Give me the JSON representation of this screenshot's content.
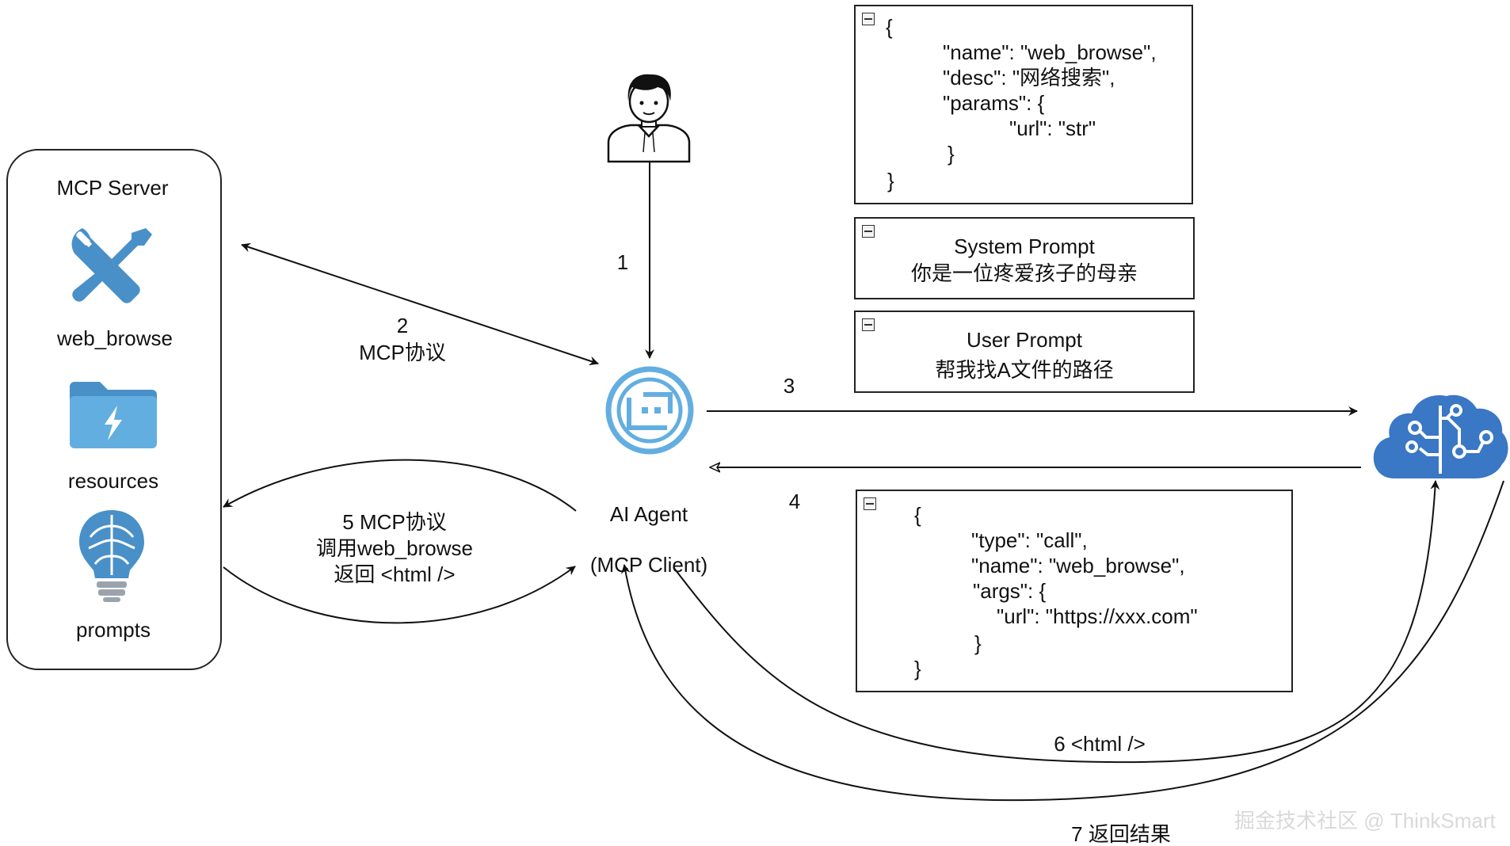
{
  "server": {
    "title": "MCP Server",
    "tool_label": "web_browse",
    "resources_label": "resources",
    "prompts_label": "prompts"
  },
  "agent": {
    "name": "AI Agent",
    "subtitle": "(MCP Client)"
  },
  "tool_schema": {
    "lines": [
      "{",
      "\"name\": \"web_browse\",",
      "\"desc\": \"网络搜索\",",
      "\"params\": {",
      "\"url\": \"str\"",
      "}",
      "}"
    ]
  },
  "system_prompt": {
    "title": "System Prompt",
    "text": "你是一位疼爱孩子的母亲"
  },
  "user_prompt": {
    "title": "User Prompt",
    "text": "帮我找A文件的路径"
  },
  "tool_call": {
    "lines": [
      "{",
      "\"type\": \"call\",",
      "\"name\": \"web_browse\",",
      "\"args\": {",
      "\"url\": \"https://xxx.com\"",
      "}",
      "}"
    ]
  },
  "edges": {
    "e1": "1",
    "e2_num": "2",
    "e2_text": "MCP协议",
    "e3": "3",
    "e4": "4",
    "e5_line1": "5 MCP协议",
    "e5_line2": "调用web_browse",
    "e5_line3": "返回 <html />",
    "e6": "6 <html />",
    "e7": "7 返回结果"
  },
  "watermark": "掘金技术社区 @ ThinkSmart",
  "colors": {
    "icon_blue": "#4a90c8",
    "icon_light": "#63aee0",
    "brain_blue": "#3a77c4",
    "line": "#111111"
  }
}
